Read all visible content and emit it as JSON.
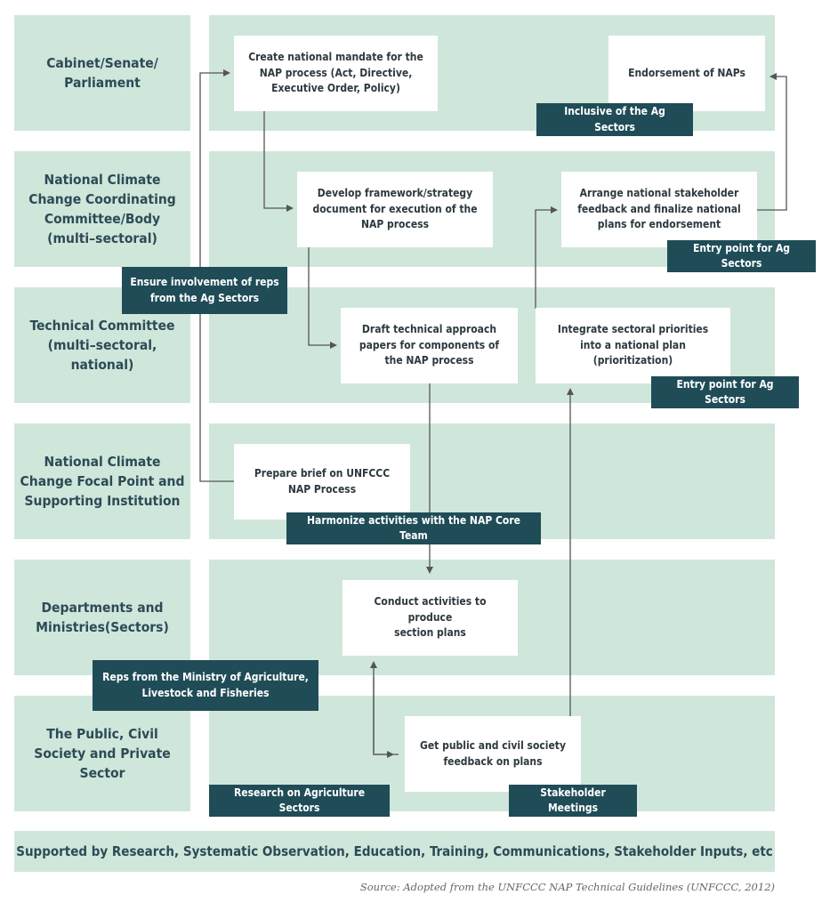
{
  "rows": [
    {
      "label": "Cabinet/Senate/\nParliament"
    },
    {
      "label": "National Climate\nChange Coordinating\nCommittee/Body\n(multi–sectoral)"
    },
    {
      "label": "Technical Committee\n(multi–sectoral,\nnational)"
    },
    {
      "label": "National Climate\nChange Focal Point and\nSupporting Institution"
    },
    {
      "label": "Departments and\nMinistries(Sectors)"
    },
    {
      "label": "The Public, Civil\nSociety and Private\nSector"
    }
  ],
  "boxes": {
    "mandate": "Create national mandate for the\nNAP process (Act, Directive,\nExecutive Order, Policy)",
    "endorsement": "Endorsement of NAPs",
    "framework": "Develop framework/strategy\ndocument for execution of the\nNAP process",
    "arrange": "Arrange national stakeholder\nfeedback and finalize national\nplans for endorsement",
    "draft": "Draft technical approach\npapers for components of\nthe NAP process",
    "integrate": "Integrate sectoral priorities\ninto a national plan\n(prioritization)",
    "brief": "Prepare brief on UNFCCC\nNAP Process",
    "conduct": "Conduct activities to\nproduce\nsection plans",
    "public": "Get public and civil society\nfeedback on plans"
  },
  "tags": {
    "inclusive": "Inclusive of the Ag Sectors",
    "entry1": "Entry point for Ag Sectors",
    "ensure": "Ensure involvement of reps\nfrom the Ag Sectors",
    "entry2": "Entry point for Ag Sectors",
    "harmonize": "Harmonize activities with the NAP Core Team",
    "reps": "Reps from the Ministry of Agriculture,\nLivestock and Fisheries",
    "research": "Research on Agriculture Sectors",
    "stakeholder": "Stakeholder Meetings"
  },
  "footer": "Supported by Research, Systematic Observation, Education, Training, Communications, Stakeholder Inputs, etc",
  "source": "Source: Adopted from the UNFCCC NAP Technical Guidelines (UNFCCC, 2012)",
  "colors": {
    "band": "#cfe6db",
    "tag": "#1f4c57",
    "arrow": "#555555"
  }
}
